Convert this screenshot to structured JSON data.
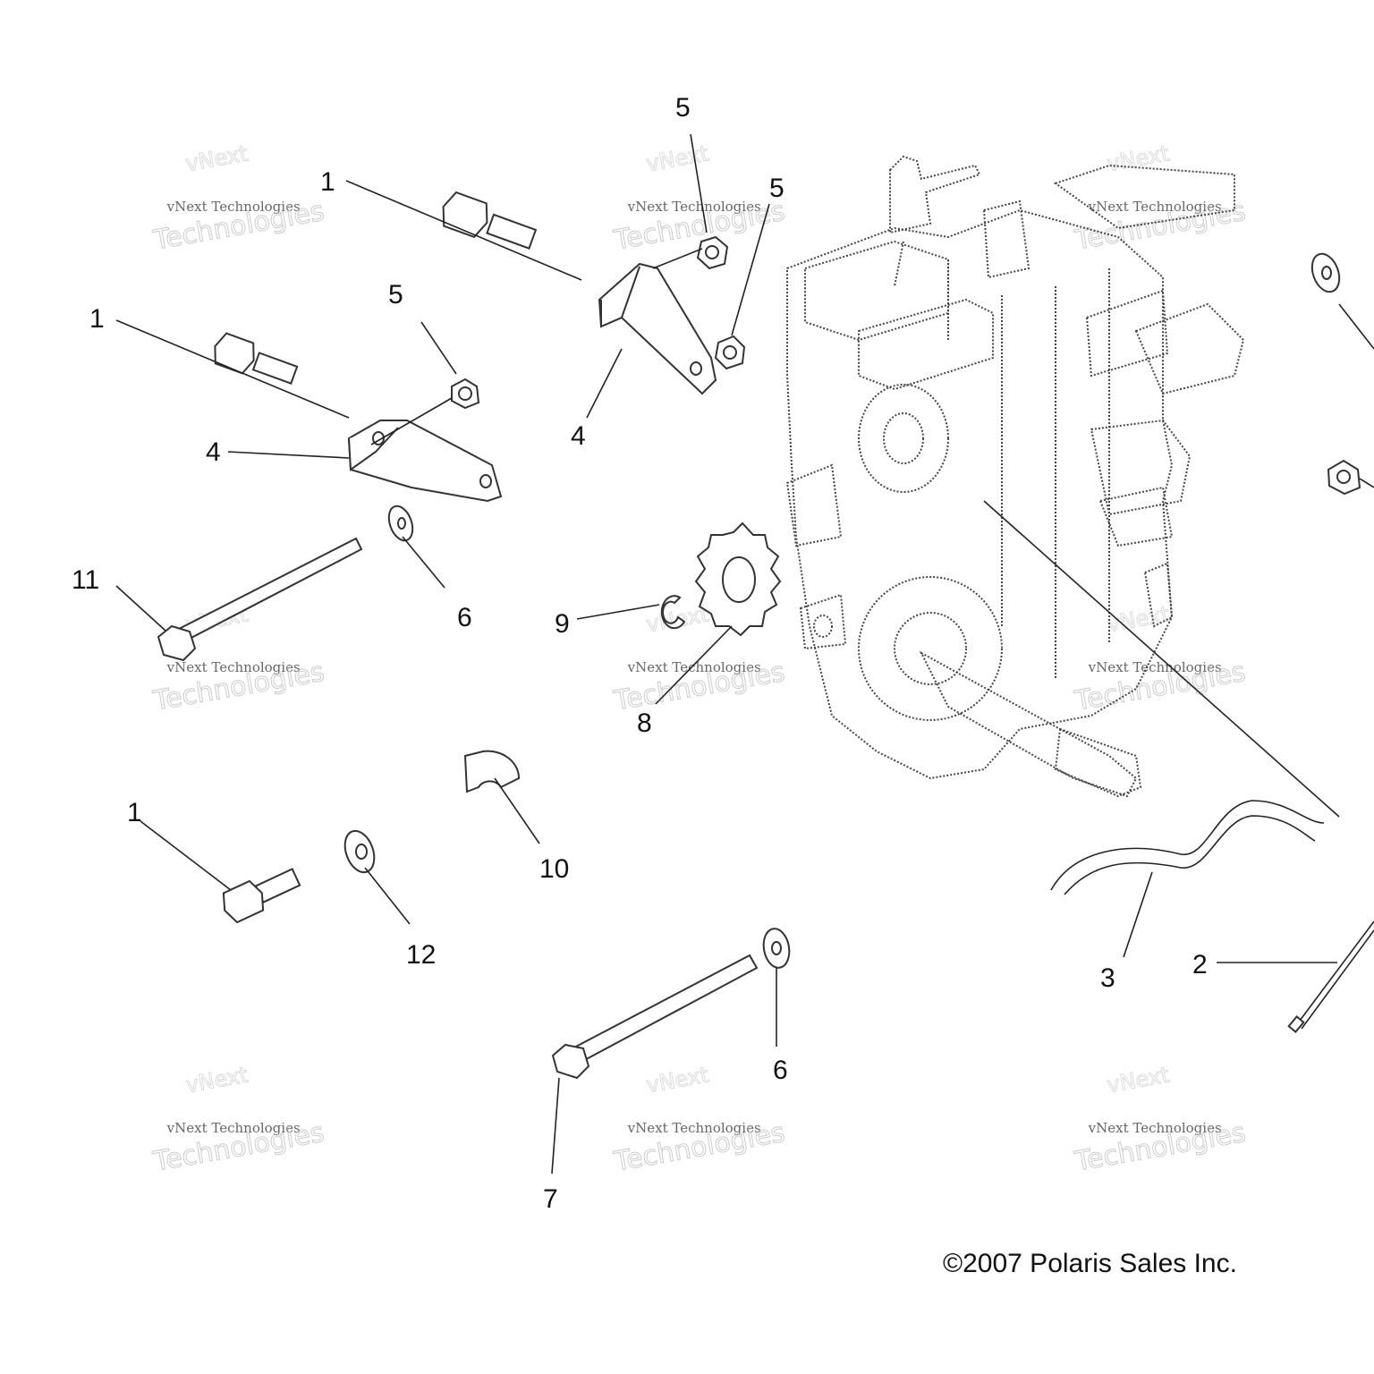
{
  "callouts": {
    "c1a": "1",
    "c1b": "1",
    "c1c": "1",
    "c2": "2",
    "c3": "3",
    "c4a": "4",
    "c4b": "4",
    "c5a": "5",
    "c5b": "5",
    "c5c": "5",
    "c6a": "6",
    "c6b": "6",
    "c7": "7",
    "c8": "8",
    "c9": "9",
    "c10": "10",
    "c11": "11",
    "c12": "12"
  },
  "watermark": {
    "line1": "vNext Technologies",
    "big": "Technologies",
    "tiny": "vNext"
  },
  "copyright": "©2007 Polaris Sales Inc."
}
